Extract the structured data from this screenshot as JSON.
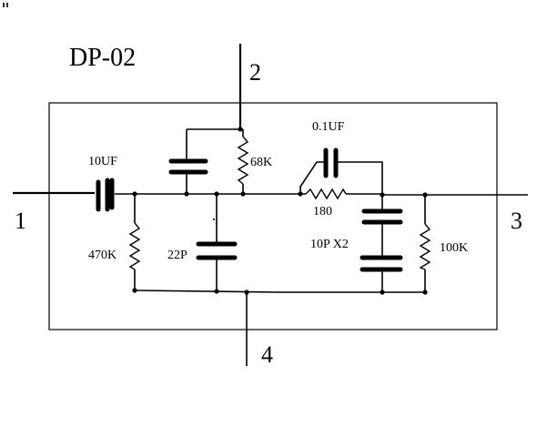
{
  "title": "DP-02",
  "pins": {
    "p1": "1",
    "p2": "2",
    "p3": "3",
    "p4": "4"
  },
  "components": {
    "c_input": "10UF",
    "c_feedback": "0.1UF",
    "r_bias_top": "68K",
    "r_series": "180",
    "r_input_shunt": "470K",
    "c_shunt": "22P",
    "c_output": "10P X2",
    "r_output_shunt": "100K"
  }
}
